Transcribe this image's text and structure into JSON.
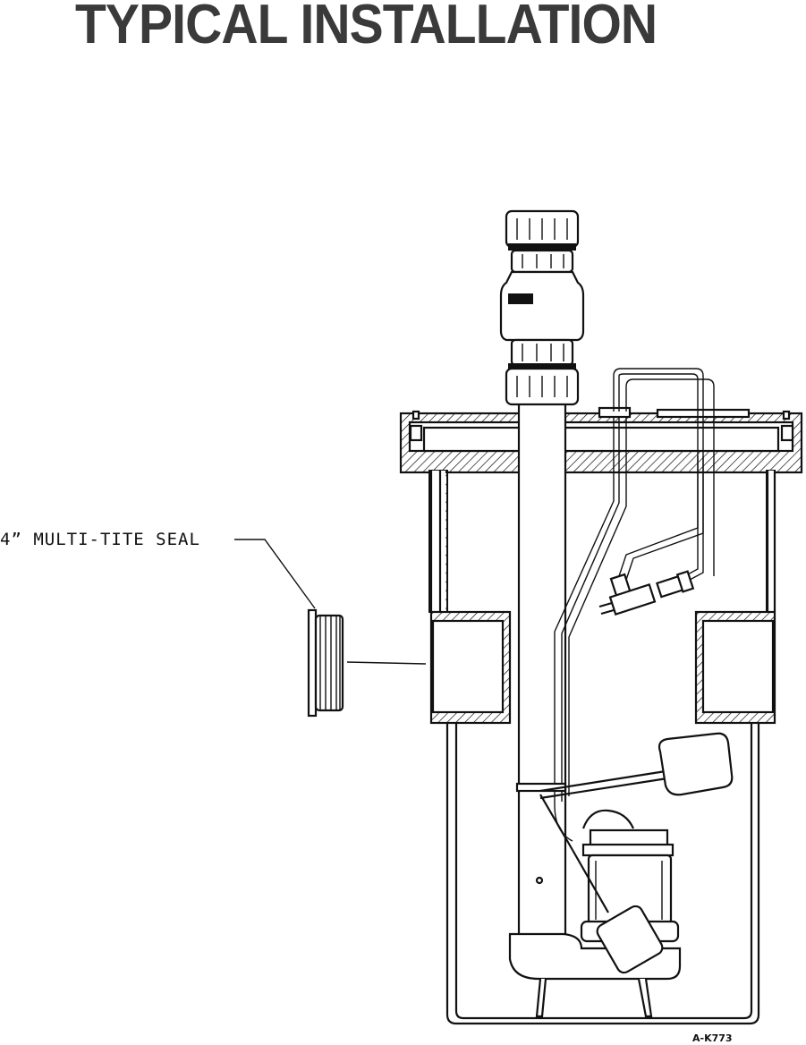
{
  "header": {
    "title": "TYPICAL INSTALLATION"
  },
  "callouts": {
    "seal_label": "4” MULTI-TITE SEAL"
  },
  "drawing": {
    "number": "A-K773"
  },
  "icons": [
    "check-valve-icon",
    "multi-tite-seal-icon",
    "float-switch-icon",
    "piggyback-plug-icon",
    "sewage-pump-icon"
  ]
}
